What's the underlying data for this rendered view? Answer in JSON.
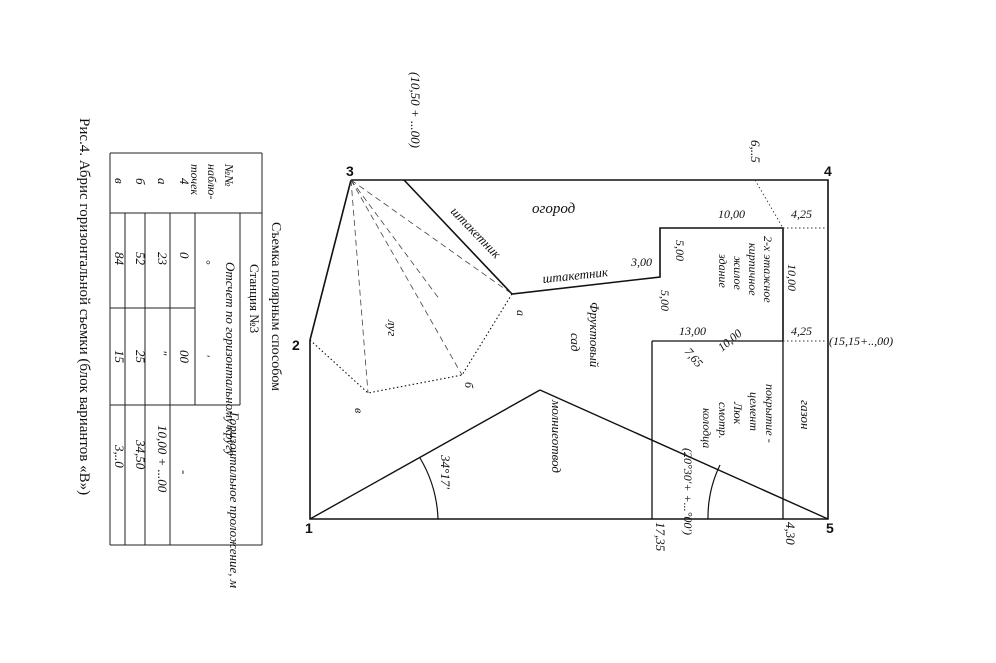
{
  "caption": "Рис.4. Абрис горизонтальной съемки (блок вариантов «В»)",
  "table": {
    "title": "Съемка полярным способом",
    "station": "Станция №3",
    "col_point": [
      "№№",
      "наблю-",
      "точек"
    ],
    "col_reading": "Отсчет по горизонтальному кругу",
    "col_reading_units": [
      "°",
      "′"
    ],
    "col_distance": "Горизонтальное проложение, м",
    "rows": [
      {
        "point": "4",
        "deg": "0",
        "min": "00",
        "dist": "-"
      },
      {
        "point": "а",
        "deg": "23",
        "min": "\"",
        "dist": "10,00 + ...00"
      },
      {
        "point": "б",
        "deg": "52",
        "min": "25",
        "dist": "34,50"
      },
      {
        "point": "в",
        "deg": "84",
        "min": "15",
        "dist": "3,..0"
      }
    ]
  },
  "diagram": {
    "points": {
      "p1": "1",
      "p2": "2",
      "p3": "3",
      "p4": "4",
      "p5": "5",
      "pa": "а",
      "pb": "б",
      "pv": "в"
    },
    "labels": {
      "ogorod": "огород",
      "shtaketnik1": "штакетник",
      "shtaketnik2": "штакетник",
      "lug": "луг",
      "sad_1": "Фруктовый",
      "sad_2": "сад",
      "molniyeotvod": "молниеотвод",
      "gazon": "газон",
      "building_1": "2-х этажное",
      "building_2": "кирпичное",
      "building_3": "жилое",
      "building_4": "здание",
      "cover_1": "покрытие -",
      "cover_2": "цемент",
      "luk": "Люк",
      "smotr": "смотр.",
      "kolodtsa": "колодца"
    },
    "dims": {
      "d3": "(10,50 + ...00)",
      "d65": "6,..5",
      "d1000a": "10,00",
      "d425a": "4,25",
      "d300": "3,00",
      "d500a": "5,00",
      "d500b": "5,00",
      "d1000b": "10,00",
      "d1300": "13,00",
      "d425b": "4,25",
      "d1515": "(15,15+..,00)",
      "d765": "7,65",
      "d1000c": "10,00",
      "angle1": "34°17′",
      "angle2": "(20°30′+ +...°00′)",
      "d1735": "17,35",
      "d430": "4,30"
    }
  }
}
